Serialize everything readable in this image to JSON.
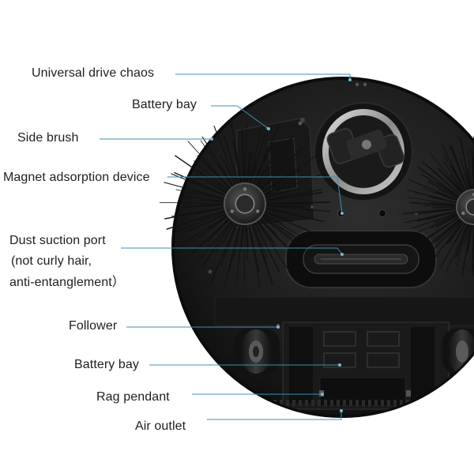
{
  "labels": {
    "universal_drive": "Universal drive chaos",
    "battery_bay_top": "Battery bay",
    "side_brush": "Side brush",
    "magnet": "Magnet adsorption device",
    "dust_port_line1": "Dust suction port",
    "dust_port_line2": "(not curly hair,",
    "dust_port_line3": "anti-entanglement）",
    "follower": "Follower",
    "battery_bay_bottom": "Battery bay",
    "rag_pendant": "Rag pendant",
    "air_outlet": "Air outlet"
  },
  "colors": {
    "leader_line": "#3d8fb6",
    "body": "#1c1c1c",
    "body_rim": "#2a2a2a",
    "bristle": "#111111",
    "label_text": "#1e1e1e"
  },
  "icons": [
    "side-brush-icon",
    "drive-caster-icon",
    "wheel-icon",
    "magnet-icon",
    "screw-icon"
  ]
}
